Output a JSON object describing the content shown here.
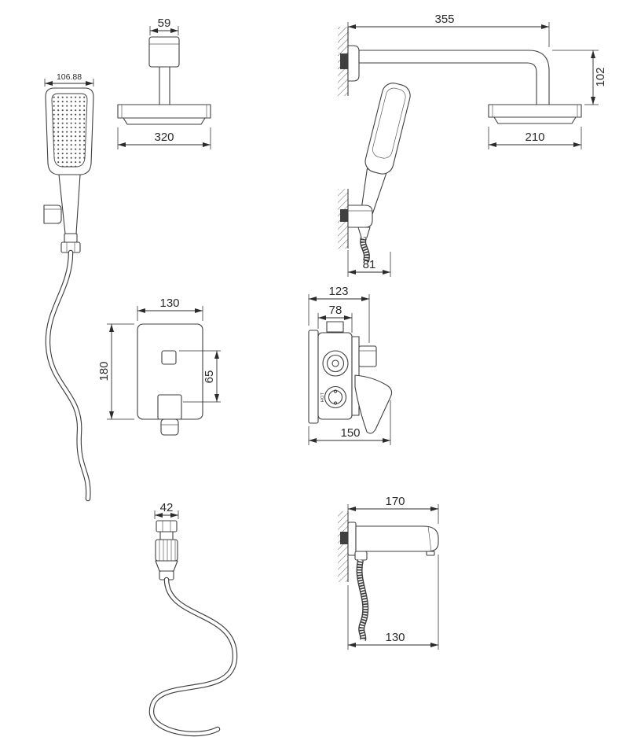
{
  "page": {
    "background": "#ffffff",
    "stroke_color": "#3f3f3f",
    "dim_color": "#2b2b2b"
  },
  "components": {
    "hand_shower_front": {
      "dim_head_width": "106.88"
    },
    "overhead_shower_front": {
      "dim_mount_width": "59",
      "dim_head_width": "320"
    },
    "overhead_shower_side": {
      "dim_arm_length": "355",
      "dim_drop_height": "102",
      "dim_head_width": "210"
    },
    "hand_shower_holder": {
      "dim_holder_offset": "81"
    },
    "mixer_front": {
      "dim_plate_width": "130",
      "dim_plate_height": "180",
      "dim_handle_offset": "65"
    },
    "mixer_side": {
      "dim_total_depth": "123",
      "dim_body_depth": "78",
      "dim_side_width": "150",
      "hot_label": "HOT"
    },
    "hose_connector": {
      "dim_nut_width": "42"
    },
    "tub_spout": {
      "dim_spout_length": "170",
      "dim_bottom_width": "130"
    }
  }
}
